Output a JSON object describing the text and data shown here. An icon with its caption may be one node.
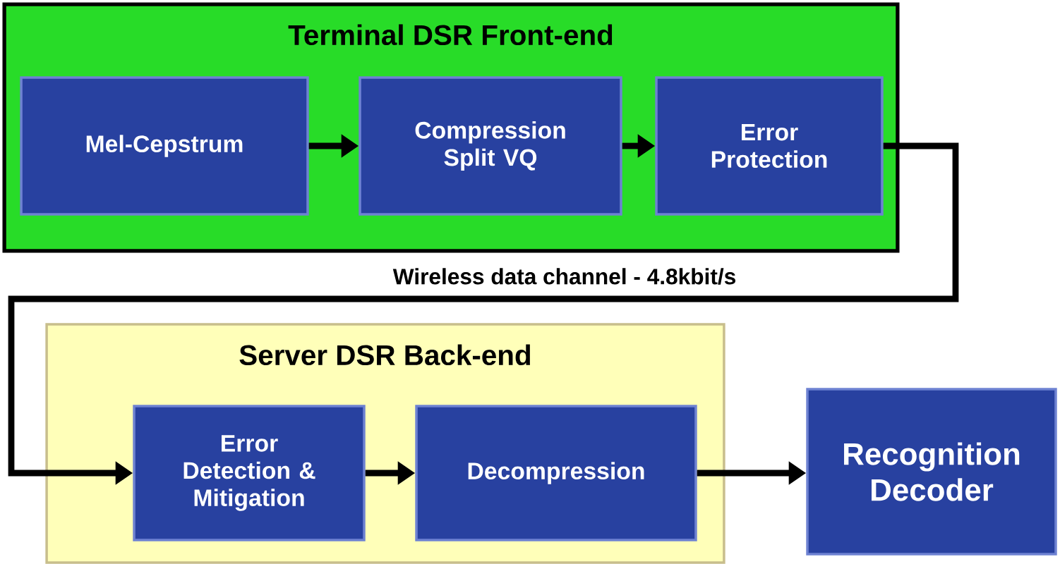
{
  "diagram": {
    "nodes": [
      {
        "text": [
          "Terminal DSR Front-end"
        ]
      },
      {
        "text": [
          "Mel-Cepstrum"
        ],
        "in": 0
      },
      {
        "text": [
          "Compression Split VQ"
        ],
        "in": 0
      },
      {
        "text": [
          "Error Protection"
        ],
        "in": 0
      },
      {
        "text": [
          "Server DSR Back-end"
        ]
      },
      {
        "text": [
          "Error Detection & Mitigation"
        ],
        "in": 4
      },
      {
        "text": [
          "Decompression"
        ],
        "in": 4
      },
      {
        "text": [
          "Recognition Decoder"
        ]
      }
    ],
    "edges": [
      {
        "from": 1,
        "to": 2,
        "arrow": "to"
      },
      {
        "from": 2,
        "to": 3,
        "arrow": "to"
      },
      {
        "from": 3,
        "to": 5,
        "arrow": "to",
        "label": "Wireless data channel - 4.8kbit/s"
      },
      {
        "from": 5,
        "to": 6,
        "arrow": "to"
      },
      {
        "from": 6,
        "to": 7,
        "arrow": "to"
      }
    ]
  }
}
